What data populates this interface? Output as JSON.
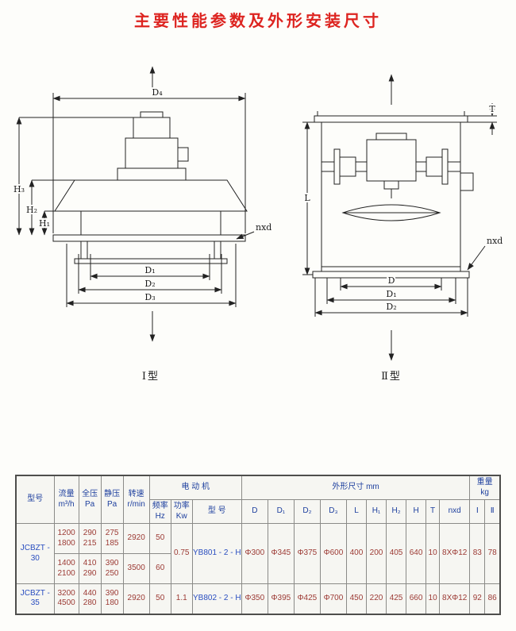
{
  "page": {
    "title": "主要性能参数及外形安装尺寸",
    "accent_color": "#dd2420"
  },
  "figures": {
    "fig1": {
      "caption": "Ⅰ型",
      "labels": {
        "d4": "D₄",
        "h3": "H₃",
        "h2": "H₂",
        "h1": "H₁",
        "d1": "D₁",
        "d2": "D₂",
        "d3": "D₃",
        "nxd": "nxd"
      }
    },
    "fig2": {
      "caption": "Ⅱ型",
      "labels": {
        "t": "T",
        "l": "L",
        "d": "D",
        "d1": "D₁",
        "d2": "D₂",
        "nxd": "nxd"
      }
    }
  },
  "table": {
    "header": {
      "model": "型号",
      "flow": "流量\nm³/h",
      "total_pressure": "全压\nPa",
      "static_pressure": "静压\nPa",
      "speed": "转速\nr/min",
      "motor_group": "电 动 机",
      "freq": "频率\nHz",
      "power": "功率\nKw",
      "motor_model": "型 号",
      "dims_group": "外形尺寸 mm",
      "d": "D",
      "d1": "D₁",
      "d2": "D₂",
      "d3": "D₃",
      "l": "L",
      "h1": "H₁",
      "h2": "H₂",
      "h": "H",
      "t": "T",
      "nxd": "nxd",
      "weight_group": "重量\nkg",
      "w1": "Ⅰ",
      "w2": "Ⅱ"
    },
    "jcbzt30": {
      "model": "JCBZT -\n30",
      "row1": {
        "flow": "1200\n1800",
        "total_pressure": "290\n215",
        "static_pressure": "275\n185",
        "speed": "2920",
        "freq": "50"
      },
      "row2": {
        "flow": "1400\n2100",
        "total_pressure": "410\n290",
        "static_pressure": "390\n250",
        "speed": "3500",
        "freq": "60"
      },
      "power": "0.75",
      "motor_model": "YB801 - 2 - H",
      "d": "Φ300",
      "d1": "Φ345",
      "d2": "Φ375",
      "d3": "Φ600",
      "l": "400",
      "h1": "200",
      "h2": "405",
      "h": "640",
      "t": "10",
      "nxd": "8XΦ12",
      "w1": "83",
      "w2": "78"
    },
    "jcbzt35": {
      "model": "JCBZT -\n35",
      "row1": {
        "flow": "3200\n4500",
        "total_pressure": "440\n280",
        "static_pressure": "390\n180",
        "speed": "2920",
        "freq": "50"
      },
      "power": "1.1",
      "motor_model": "YB802 - 2 - H",
      "d": "Φ350",
      "d1": "Φ395",
      "d2": "Φ425",
      "d3": "Φ700",
      "l": "450",
      "h1": "220",
      "h2": "425",
      "h": "660",
      "t": "10",
      "nxd": "8XΦ12",
      "w1": "92",
      "w2": "86"
    }
  }
}
